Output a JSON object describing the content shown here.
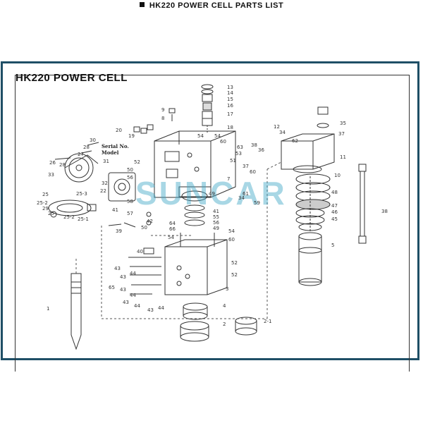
{
  "header": {
    "title": "HK220 POWER CELL PARTS LIST"
  },
  "diagram": {
    "title": "HK220 POWER CELL",
    "watermark": "SUNCAR",
    "labels": {
      "serial": "Serial No.",
      "model": "Model"
    },
    "callouts": {
      "c13": "13",
      "c14": "14",
      "c15": "15",
      "c16": "16",
      "c17": "17",
      "c18": "18",
      "c9": "9",
      "c8": "8",
      "c20": "20",
      "c19": "19",
      "c30": "30",
      "c28": "28",
      "c27": "27",
      "c26": "26",
      "c31": "31",
      "c33": "33",
      "c32": "32",
      "c22": "22",
      "c25": "25",
      "c25_3": "25-3",
      "c25_2": "25-2",
      "c29": "29",
      "c25_1": "25-1",
      "c41": "41",
      "c57": "57",
      "c58": "58",
      "c39": "39",
      "c42": "42",
      "c50": "50",
      "c56": "56",
      "c55": "55",
      "c54": "54",
      "c60": "60",
      "c53": "53",
      "c52": "52",
      "c51": "51",
      "c63": "63",
      "c38": "38",
      "c37": "37",
      "c35": "35",
      "c34": "34",
      "c36": "36",
      "c12": "12",
      "c11": "11",
      "c10": "10",
      "c48": "48",
      "c47": "47",
      "c46": "46",
      "c45": "45",
      "c5": "5",
      "c7": "7",
      "c61": "61",
      "c64": "64",
      "c66": "66",
      "c49": "49",
      "c40": "40",
      "c43": "43",
      "c44": "44",
      "c65": "65",
      "c62": "62",
      "c3": "3",
      "c4": "4",
      "c2": "2",
      "c2_1": "2-1",
      "c1": "1",
      "c59": "59"
    }
  }
}
